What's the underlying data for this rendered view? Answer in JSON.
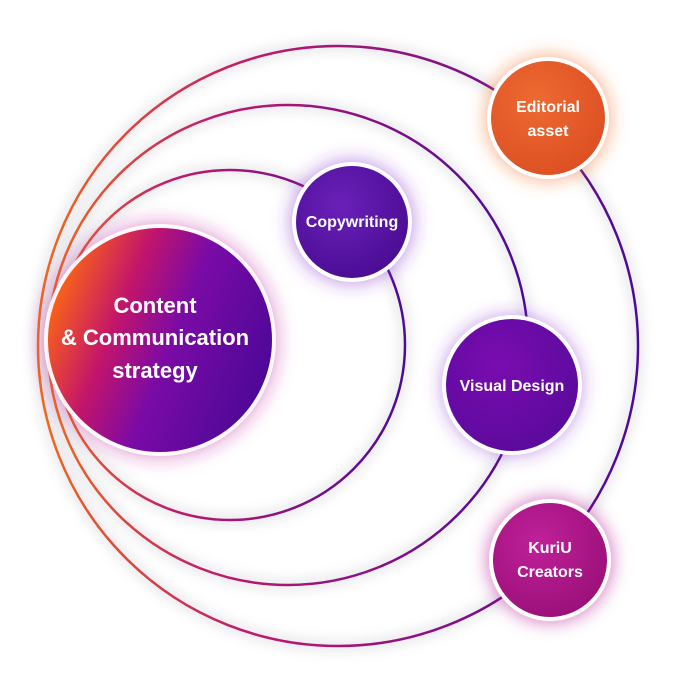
{
  "diagram": {
    "center": {
      "line1": "Content",
      "line2": "& Communication",
      "line3": "strategy"
    },
    "copywriting": "Copywriting",
    "visual_design": "Visual Design",
    "editorial": {
      "line1": "Editorial",
      "line2": "asset"
    },
    "kuriu": {
      "line1": "KuriU",
      "line2": "Creators"
    }
  },
  "colors": {
    "orange": "#f26a1b",
    "purple": "#5b0ea6",
    "violet": "#6a0aa8",
    "magenta": "#a0157f",
    "editorial": "#e65a28",
    "kuriu": "#b0168a"
  }
}
